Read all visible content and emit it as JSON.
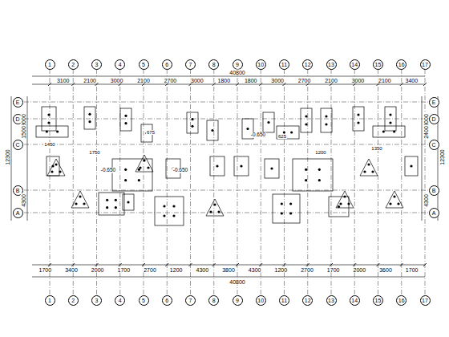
{
  "diagram": {
    "nodes": [
      {
        "text": [
          "1"
        ]
      },
      {
        "text": [
          "2"
        ]
      },
      {
        "text": [
          "3"
        ]
      },
      {
        "text": [
          "4"
        ]
      },
      {
        "text": [
          "5"
        ]
      },
      {
        "text": [
          "6"
        ]
      },
      {
        "text": [
          "7"
        ]
      },
      {
        "text": [
          "8"
        ]
      },
      {
        "text": [
          "9"
        ]
      },
      {
        "text": [
          "10"
        ]
      },
      {
        "text": [
          "11"
        ]
      },
      {
        "text": [
          "12"
        ]
      },
      {
        "text": [
          "13"
        ]
      },
      {
        "text": [
          "14"
        ]
      },
      {
        "text": [
          "15"
        ]
      },
      {
        "text": [
          "16"
        ]
      },
      {
        "text": [
          "17"
        ]
      },
      {
        "text": [
          "1"
        ]
      },
      {
        "text": [
          "2"
        ]
      },
      {
        "text": [
          "3"
        ]
      },
      {
        "text": [
          "4"
        ]
      },
      {
        "text": [
          "5"
        ]
      },
      {
        "text": [
          "6"
        ]
      },
      {
        "text": [
          "7"
        ]
      },
      {
        "text": [
          "8"
        ]
      },
      {
        "text": [
          "9"
        ]
      },
      {
        "text": [
          "10"
        ]
      },
      {
        "text": [
          "11"
        ]
      },
      {
        "text": [
          "12"
        ]
      },
      {
        "text": [
          "13"
        ]
      },
      {
        "text": [
          "14"
        ]
      },
      {
        "text": [
          "15"
        ]
      },
      {
        "text": [
          "16"
        ]
      },
      {
        "text": [
          "17"
        ]
      },
      {
        "text": [
          "E"
        ]
      },
      {
        "text": [
          "D"
        ]
      },
      {
        "text": [
          "C"
        ]
      },
      {
        "text": [
          "B"
        ]
      },
      {
        "text": [
          "A"
        ]
      },
      {
        "text": [
          "E"
        ]
      },
      {
        "text": [
          "D"
        ]
      },
      {
        "text": [
          "C"
        ]
      },
      {
        "text": [
          "B"
        ]
      },
      {
        "text": [
          "A"
        ]
      }
    ],
    "labels": [
      "3100",
      "2100",
      "3000",
      "2100",
      "2700",
      "3000",
      "1800",
      "1800",
      "3000",
      "2700",
      "2100",
      "3000",
      "2100",
      "3400",
      "40800",
      "1700",
      "3400",
      "2000",
      "1700",
      "2700",
      "1200",
      "4300",
      "3800",
      "4300",
      "1200",
      "2700",
      "1700",
      "2000",
      "3600",
      "1700",
      "40800",
      "3000",
      "1500",
      "4300",
      "12300",
      "3000",
      "2400",
      "4300",
      "12300",
      "-0.650",
      "-0.650",
      "-0.650",
      "1450",
      "1750",
      "675",
      "625",
      "1200",
      "1350"
    ]
  }
}
